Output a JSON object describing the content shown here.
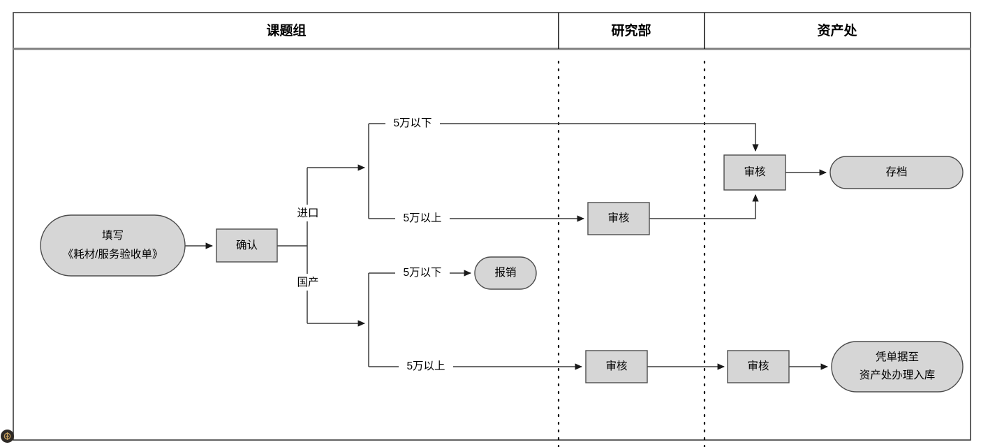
{
  "diagram": {
    "type": "swimlane-flowchart",
    "lanes": [
      {
        "id": "lane-research-group",
        "title": "课题组"
      },
      {
        "id": "lane-research-dept",
        "title": "研究部"
      },
      {
        "id": "lane-asset-office",
        "title": "资产处"
      }
    ],
    "nodes": {
      "start": {
        "label_line1": "填写",
        "label_line2": "《耗材/服务验收单》",
        "shape": "stadium"
      },
      "confirm": {
        "label": "确认",
        "shape": "rect"
      },
      "reimburse": {
        "label": "报销",
        "shape": "stadium"
      },
      "review_dept_upper": {
        "label": "审核",
        "shape": "rect"
      },
      "review_asset_upper": {
        "label": "审核",
        "shape": "rect"
      },
      "archive": {
        "label": "存档",
        "shape": "stadium"
      },
      "review_dept_lower": {
        "label": "审核",
        "shape": "rect"
      },
      "review_asset_lower": {
        "label": "审核",
        "shape": "rect"
      },
      "warehouse": {
        "label_line1": "凭单据至",
        "label_line2": "资产处办理入库",
        "shape": "stadium"
      }
    },
    "edge_labels": {
      "import": "进口",
      "domestic": "国产",
      "import_under": "5万以下",
      "import_over": "5万以上",
      "domestic_under": "5万以下",
      "domestic_over": "5万以上"
    },
    "colors": {
      "shape_fill": "#d6d6d6",
      "shape_stroke": "#4d4d4d",
      "line": "#3b3b3b",
      "frame": "#3b3b3b",
      "header_rule": "#7f7f7f",
      "badge_bg": "#2e2a26",
      "badge_glyph": "#c8a05c"
    }
  },
  "overlay": {
    "badge_icon": "anchor-pin-icon"
  }
}
